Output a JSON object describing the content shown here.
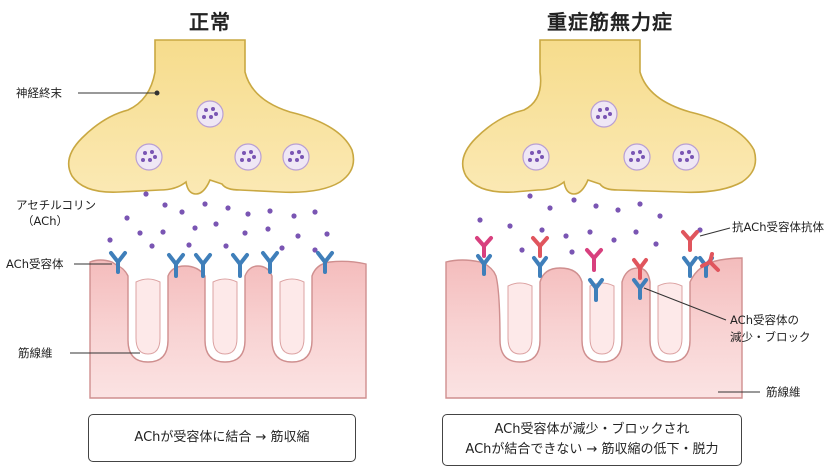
{
  "titles": {
    "normal": "正常",
    "disease": "重症筋無力症"
  },
  "labels": {
    "nerve_terminal": "神経終末",
    "ach_line1": "アセチルコリン",
    "ach_line2": "（ACh）",
    "ach_receptor": "ACh受容体",
    "muscle_fiber_left": "筋線維",
    "antibody": "抗ACh受容体抗体",
    "receptor_reduced_line1": "ACh受容体の",
    "receptor_reduced_line2": "減少・ブロック",
    "muscle_fiber_right": "筋線維"
  },
  "captions": {
    "normal": "AChが受容体に結合 → 筋収縮",
    "disease_line1": "ACh受容体が減少・ブロックされ",
    "disease_line2": "AChが結合できない → 筋収縮の低下・脱力"
  },
  "colors": {
    "nerve_fill": "#f9e3a0",
    "nerve_stroke": "#c9a842",
    "vesicle_fill": "#efe7f5",
    "ach_dot": "#7a55b3",
    "muscle_fill": "#f7cccc",
    "muscle_stroke": "#cf8f8f",
    "receptor_blue": "#4a8dc9",
    "antibody_red": "#e0555d",
    "antibody_pink": "#d8407e"
  }
}
